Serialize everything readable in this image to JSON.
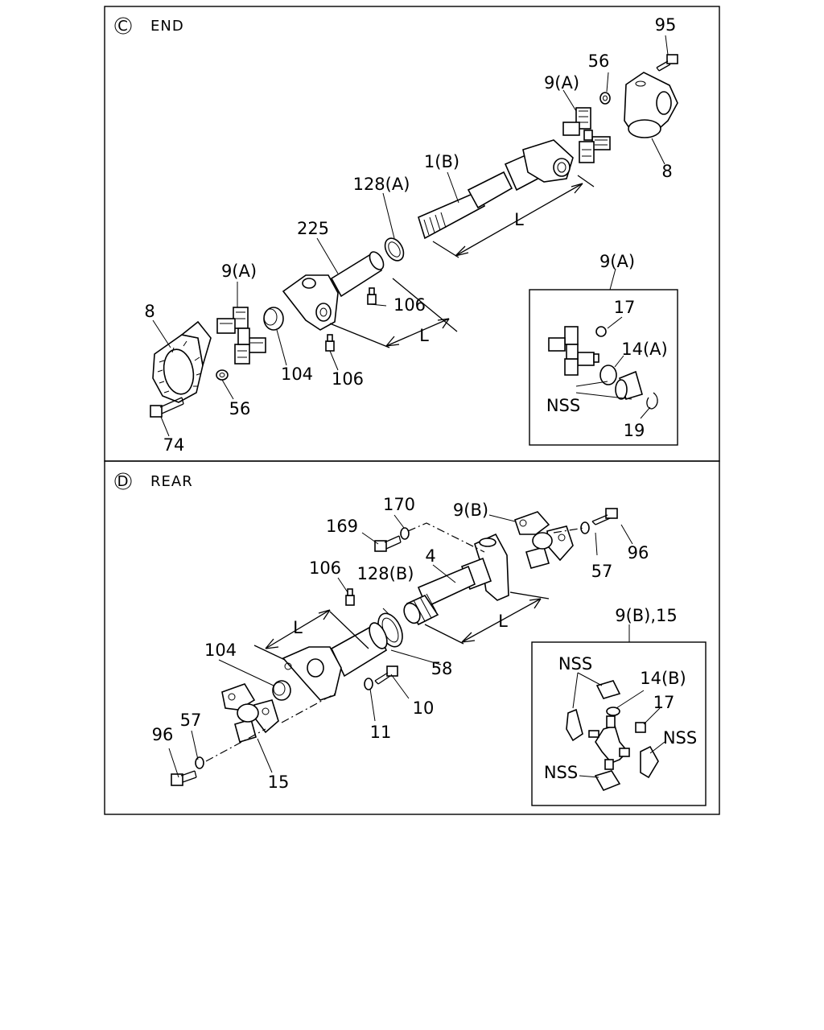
{
  "sections": {
    "end": {
      "circle_letter": "C",
      "title": "END"
    },
    "rear": {
      "circle_letter": "D",
      "title": "REAR"
    }
  },
  "end_labels": {
    "p95": "95",
    "p56_top": "56",
    "p9a_top": "9(A)",
    "p8_right": "8",
    "p1b": "1(B)",
    "p128a": "128(A)",
    "p225": "225",
    "l_upper": "L",
    "p9a_left": "9(A)",
    "p8_left": "8",
    "p106_upper": "106",
    "l_lower": "L",
    "p104": "104",
    "p106_lower": "106",
    "p56_bottom": "56",
    "p74": "74"
  },
  "end_inset": {
    "title": "9(A)",
    "p17": "17",
    "p14a": "14(A)",
    "nss": "NSS",
    "p19": "19"
  },
  "rear_labels": {
    "p170": "170",
    "p169": "169",
    "p9b": "9(B)",
    "p96_right": "96",
    "p57_right": "57",
    "p4": "4",
    "p106": "106",
    "p128b": "128(B)",
    "l_left": "L",
    "l_right": "L",
    "p104": "104",
    "p58": "58",
    "p10": "10",
    "p11": "11",
    "p96_left": "96",
    "p57_left": "57",
    "p15": "15"
  },
  "rear_inset": {
    "title": "9(B),15",
    "nss_top": "NSS",
    "p14b": "14(B)",
    "p17": "17",
    "nss_right": "NSS",
    "nss_bottom": "NSS"
  }
}
